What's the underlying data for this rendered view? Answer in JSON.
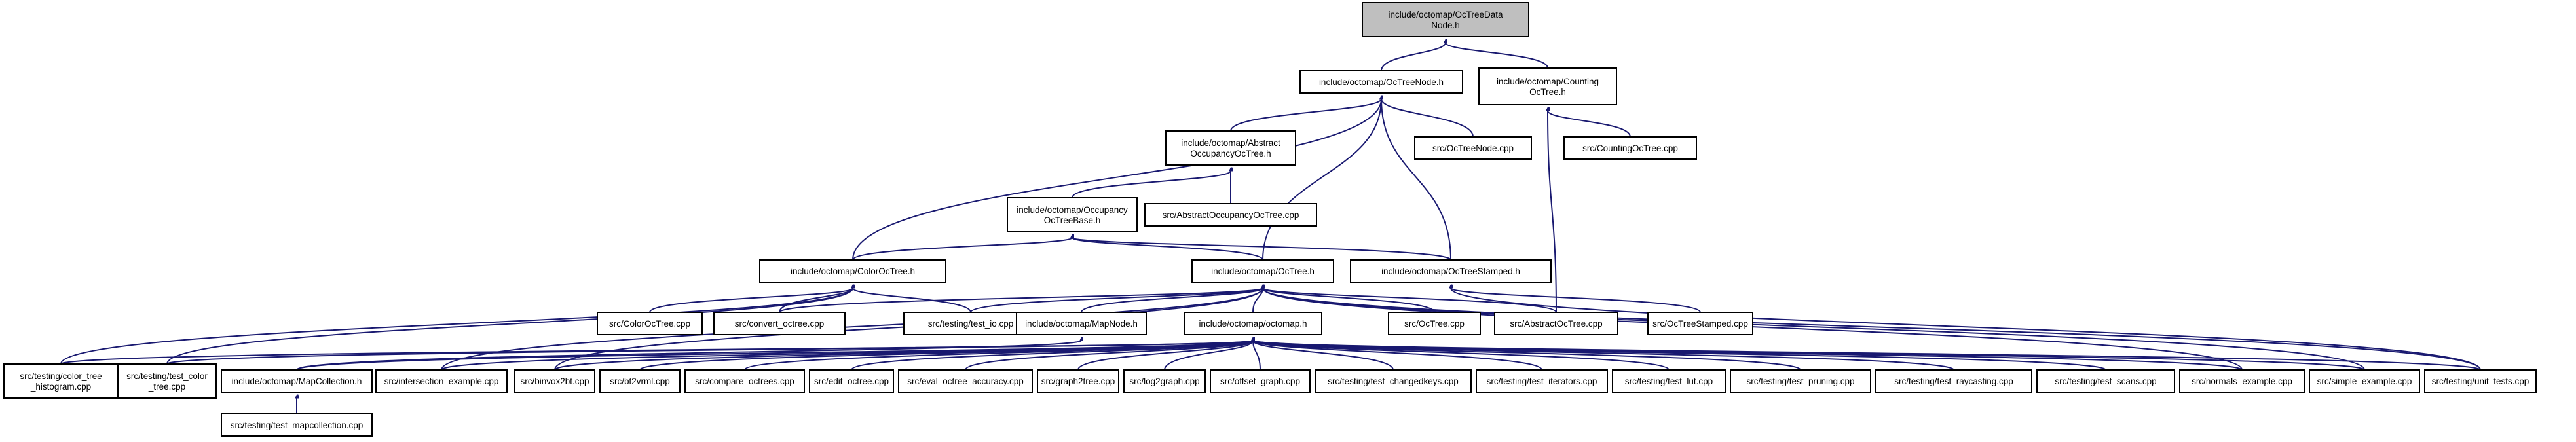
{
  "graph_title": "include/octomap/OcTreeDataNode.h",
  "colors": {
    "edge": "#191970",
    "root_fill": "#bfbfbf",
    "node_fill": "#ffffff",
    "node_border": "#000000"
  },
  "nodes": {
    "datanode": [
      "include/octomap/OcTreeData",
      "Node.h"
    ],
    "octreenode_h": [
      "include/octomap/OcTreeNode.h"
    ],
    "counting_h": [
      "include/octomap/Counting",
      "OcTree.h"
    ],
    "abstract_occ_h": [
      "include/octomap/Abstract",
      "OccupancyOcTree.h"
    ],
    "octreenode_cpp": [
      "src/OcTreeNode.cpp"
    ],
    "counting_cpp": [
      "src/CountingOcTree.cpp"
    ],
    "abstract_occ_cpp": [
      "src/AbstractOccupancyOcTree.cpp"
    ],
    "occbase_h": [
      "include/octomap/Occupancy",
      "OcTreeBase.h"
    ],
    "coloroctree_h": [
      "include/octomap/ColorOcTree.h"
    ],
    "octree_h": [
      "include/octomap/OcTree.h"
    ],
    "stamped_h": [
      "include/octomap/OcTreeStamped.h"
    ],
    "coloroctree_cpp": [
      "src/ColorOcTree.cpp"
    ],
    "convert_octree": [
      "src/convert_octree.cpp"
    ],
    "test_io": [
      "src/testing/test_io.cpp"
    ],
    "mapnode_h": [
      "include/octomap/MapNode.h"
    ],
    "octree_cpp": [
      "src/OcTree.cpp"
    ],
    "abstract_octree_cpp": [
      "src/AbstractOcTree.cpp"
    ],
    "stamped_cpp": [
      "src/OcTreeStamped.cpp"
    ],
    "octomap_h": [
      "include/octomap/octomap.h"
    ],
    "color_hist": [
      "src/testing/color_tree",
      "_histogram.cpp"
    ],
    "test_color_tree": [
      "src/testing/test_color",
      "_tree.cpp"
    ],
    "mapcollection_h": [
      "include/octomap/MapCollection.h"
    ],
    "intersection": [
      "src/intersection_example.cpp"
    ],
    "binvox2bt": [
      "src/binvox2bt.cpp"
    ],
    "bt2vrml": [
      "src/bt2vrml.cpp"
    ],
    "compare_octrees": [
      "src/compare_octrees.cpp"
    ],
    "edit_octree": [
      "src/edit_octree.cpp"
    ],
    "eval_octree": [
      "src/eval_octree_accuracy.cpp"
    ],
    "graph2tree": [
      "src/graph2tree.cpp"
    ],
    "log2graph": [
      "src/log2graph.cpp"
    ],
    "offset_graph": [
      "src/offset_graph.cpp"
    ],
    "test_changedkeys": [
      "src/testing/test_changedkeys.cpp"
    ],
    "test_iterators": [
      "src/testing/test_iterators.cpp"
    ],
    "test_lut": [
      "src/testing/test_lut.cpp"
    ],
    "test_pruning": [
      "src/testing/test_pruning.cpp"
    ],
    "test_raycasting": [
      "src/testing/test_raycasting.cpp"
    ],
    "test_scans": [
      "src/testing/test_scans.cpp"
    ],
    "normals_example": [
      "src/normals_example.cpp"
    ],
    "simple_example": [
      "src/simple_example.cpp"
    ],
    "unit_tests": [
      "src/testing/unit_tests.cpp"
    ],
    "test_mapcollection": [
      "src/testing/test_mapcollection.cpp"
    ]
  }
}
